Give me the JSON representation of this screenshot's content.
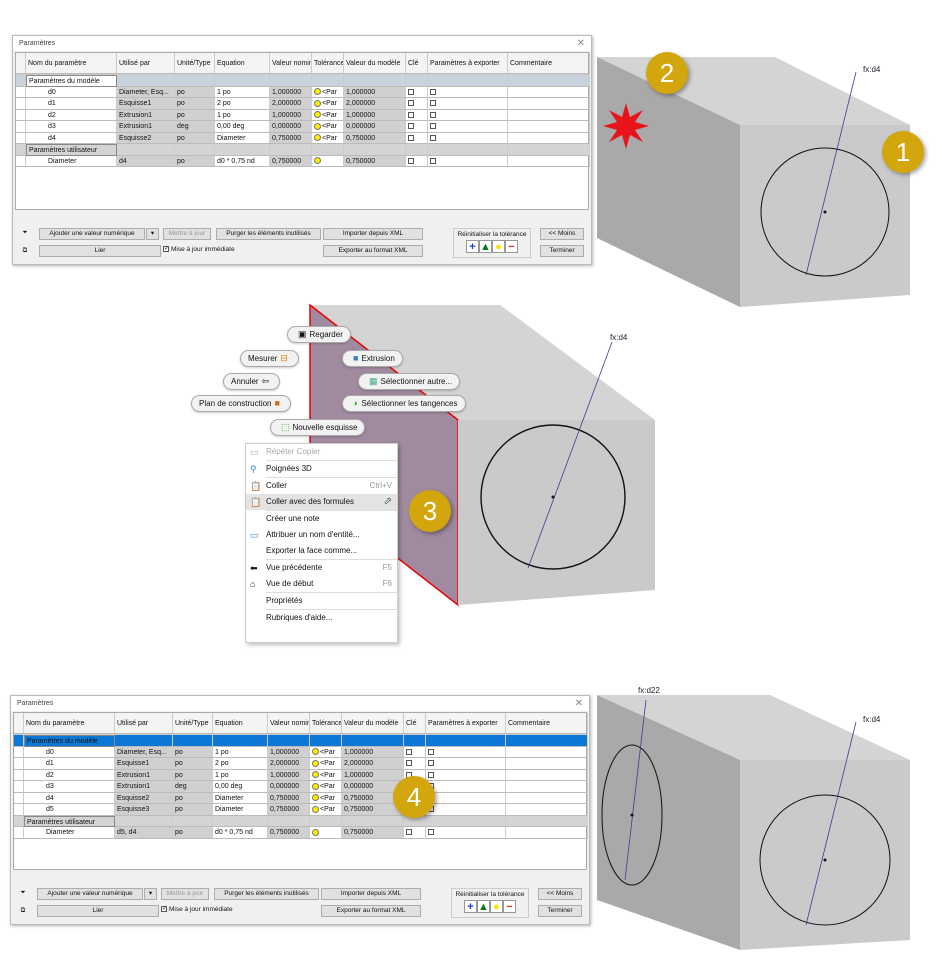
{
  "dialog_title": "Paramètres",
  "columns": [
    "Nom du paramètre",
    "Utilisé par",
    "Unité/Type",
    "Equation",
    "Valeur nominale",
    "Tolérance",
    "Valeur du modèle",
    "Clé",
    "Paramètres à exporter",
    "Commentaire"
  ],
  "dialog1": {
    "model_group": "Paramètres du modèle",
    "rows": [
      {
        "name": "d0",
        "used": "Diameter, Esq...",
        "unit": "po",
        "eq": "1 po",
        "nom": "1,000000",
        "tol": "<Par",
        "model": "1,000000"
      },
      {
        "name": "d1",
        "used": "Esquisse1",
        "unit": "po",
        "eq": "2 po",
        "nom": "2,000000",
        "tol": "<Par",
        "model": "2,000000"
      },
      {
        "name": "d2",
        "used": "Extrusion1",
        "unit": "po",
        "eq": "1 po",
        "nom": "1,000000",
        "tol": "<Par",
        "model": "1,000000"
      },
      {
        "name": "d3",
        "used": "Extrusion1",
        "unit": "deg",
        "eq": "0,00 deg",
        "nom": "0,000000",
        "tol": "<Par",
        "model": "0,000000"
      },
      {
        "name": "d4",
        "used": "Esquisse2",
        "unit": "po",
        "eq": "Diameter",
        "nom": "0,750000",
        "tol": "<Par",
        "model": "0,750000"
      }
    ],
    "user_group": "Paramètres utilisateur",
    "user_rows": [
      {
        "name": "Diameter",
        "used": "d4",
        "unit": "po",
        "eq": "d0 * 0,75 nd",
        "nom": "0,750000",
        "tol": "",
        "model": "0,750000"
      }
    ]
  },
  "dialog2": {
    "model_group": "Paramètres du modèle",
    "rows": [
      {
        "name": "d0",
        "used": "Diameter, Esq...",
        "unit": "po",
        "eq": "1 po",
        "nom": "1,000000",
        "tol": "<Par",
        "model": "1,000000"
      },
      {
        "name": "d1",
        "used": "Esquisse1",
        "unit": "po",
        "eq": "2 po",
        "nom": "2,000000",
        "tol": "<Par",
        "model": "2,000000"
      },
      {
        "name": "d2",
        "used": "Extrusion1",
        "unit": "po",
        "eq": "1 po",
        "nom": "1,000000",
        "tol": "<Par",
        "model": "1,000000"
      },
      {
        "name": "d3",
        "used": "Extrusion1",
        "unit": "deg",
        "eq": "0,00 deg",
        "nom": "0,000000",
        "tol": "<Par",
        "model": "0,000000"
      },
      {
        "name": "d4",
        "used": "Esquisse2",
        "unit": "po",
        "eq": "Diameter",
        "nom": "0,750000",
        "tol": "<Par",
        "model": "0,750000"
      },
      {
        "name": "d5",
        "used": "Esquisse3",
        "unit": "po",
        "eq": "Diameter",
        "nom": "0,750000",
        "tol": "<Par",
        "model": "0,750000"
      }
    ],
    "user_group": "Paramètres utilisateur",
    "user_rows": [
      {
        "name": "Diameter",
        "used": "d5, d4",
        "unit": "po",
        "eq": "d0 * 0,75 nd",
        "nom": "0,750000",
        "tol": "",
        "model": "0,750000"
      }
    ]
  },
  "buttons": {
    "add": "Ajouter une valeur numérique",
    "update": "Mettre à jour",
    "purge": "Purger les éléments inutilisés",
    "import": "Importer depuis XML",
    "export": "Exporter au format XML",
    "link": "Lier",
    "immediate": "Mise à jour immédiate",
    "reset_tol": "Réinitialiser la tolérance",
    "less": "<< Moins",
    "done": "Terminer"
  },
  "badges": [
    "1",
    "2",
    "3",
    "4"
  ],
  "labels": {
    "fx_d4": "fx:d4",
    "fx_d22": "fx:d22"
  },
  "marking_menu": [
    "Regarder",
    "Extrusion",
    "Mesurer",
    "Sélectionner autre...",
    "Annuler",
    "Plan de construction",
    "Sélectionner les tangences",
    "Nouvelle esquisse"
  ],
  "context_menu": [
    {
      "label": "Répéter Copier",
      "shortcut": ""
    },
    {
      "label": "Poignées 3D",
      "shortcut": ""
    },
    {
      "label": "Coller",
      "shortcut": "Ctrl+V"
    },
    {
      "label": "Coller avec des formules",
      "shortcut": ""
    },
    {
      "label": "Créer une note",
      "shortcut": ""
    },
    {
      "label": "Attribuer un nom d'entité...",
      "shortcut": ""
    },
    {
      "label": "Exporter la face comme...",
      "shortcut": ""
    },
    {
      "label": "Vue précédente",
      "shortcut": "F5"
    },
    {
      "label": "Vue de début",
      "shortcut": "F6"
    },
    {
      "label": "Propriétés",
      "shortcut": ""
    },
    {
      "label": "Rubriques d'aide...",
      "shortcut": ""
    }
  ],
  "colors": {
    "badge": "#d2a60c",
    "selected_face": "#a08aa0",
    "highlight_row": "#0a78d4",
    "alert": "#e8141c"
  }
}
